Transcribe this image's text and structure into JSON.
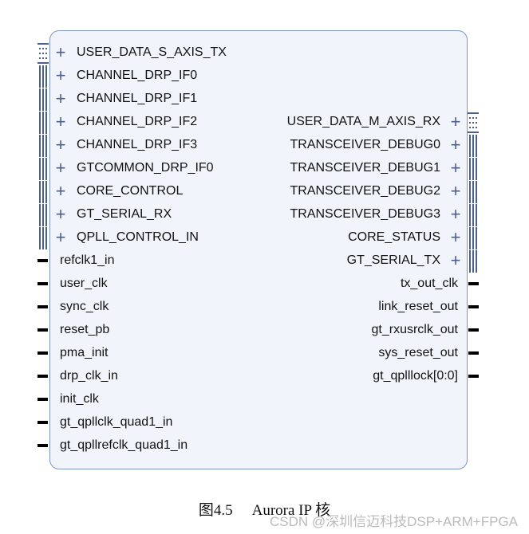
{
  "left_bus_ports": [
    "USER_DATA_S_AXIS_TX",
    "CHANNEL_DRP_IF0",
    "CHANNEL_DRP_IF1",
    "CHANNEL_DRP_IF2",
    "CHANNEL_DRP_IF3",
    "GTCOMMON_DRP_IF0",
    "CORE_CONTROL",
    "GT_SERIAL_RX",
    "QPLL_CONTROL_IN"
  ],
  "left_scalar_ports": [
    "refclk1_in",
    "user_clk",
    "sync_clk",
    "reset_pb",
    "pma_init",
    "drp_clk_in",
    "init_clk",
    "gt_qpllclk_quad1_in",
    "gt_qpllrefclk_quad1_in"
  ],
  "right_bus_ports": [
    "USER_DATA_M_AXIS_RX",
    "TRANSCEIVER_DEBUG0",
    "TRANSCEIVER_DEBUG1",
    "TRANSCEIVER_DEBUG2",
    "TRANSCEIVER_DEBUG3",
    "CORE_STATUS",
    "GT_SERIAL_TX"
  ],
  "right_scalar_ports": [
    "tx_out_clk",
    "link_reset_out",
    "gt_rxusrclk_out",
    "sys_reset_out",
    "gt_qplllock[0:0]"
  ],
  "caption": {
    "figure": "图4.5",
    "title": "Aurora IP 核"
  },
  "watermark": "CSDN @深圳信迈科技DSP+ARM+FPGA",
  "colors": {
    "border": "#7d95c6",
    "fill": "#f1f5fb",
    "bus": "#4a5f8e"
  }
}
